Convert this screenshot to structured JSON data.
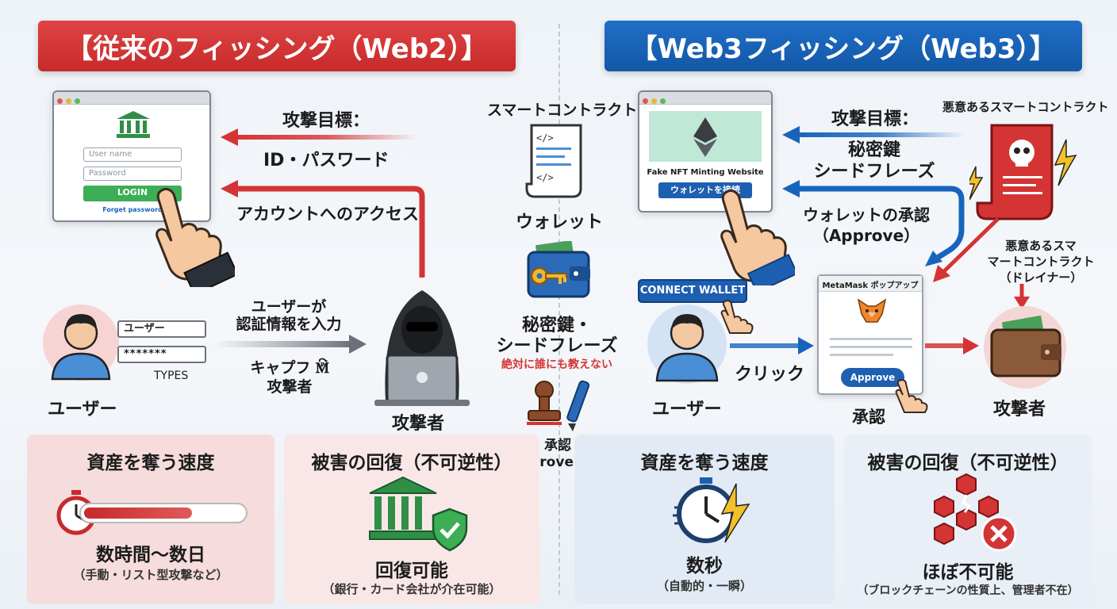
{
  "headers": {
    "left": "【従来のフィッシング（Web2）】",
    "right": "【Web3フィッシング（Web3）】"
  },
  "web2": {
    "login_form": {
      "username_placeholder": "User name",
      "password_placeholder": "Password",
      "login_button": "LOGIN",
      "forgot_link": "Forget password"
    },
    "target_label": "攻撃目標：",
    "target_value": "ID・パスワード",
    "account_access": "アカウントへのアクセス",
    "user_label": "ユーザー",
    "username_field": "ユーザー",
    "password_field": "*******",
    "types_label": "TYPES",
    "input_action": "ユーザーが\n認証情報を入力",
    "capture_label": "キャプフ 🕅\n攻撃者",
    "attacker_label": "攻撃者"
  },
  "middle": {
    "smart_contract": "スマートコントラクト",
    "wallet": "ウォレット",
    "private_key": "秘密鍵・\nシードフレーズ",
    "never_tell": "絶対に誰にも教えない",
    "approve_sign": "承認\n(Approve)/署名"
  },
  "web3": {
    "fake_site_title": "Fake NFT Minting Website",
    "connect_button_jp": "ウォレットを接続",
    "target_label": "攻撃目標：",
    "target_value": "秘密鍵\nシードフレーズ",
    "wallet_approval": "ウォレットの承認\n（Approve）",
    "malicious_contract": "悪意あるスマートコントラクト",
    "drainer_label": "悪意あるスマ\nマートコントラクト\n（ドレイナー）",
    "connect_wallet": "CONNECT WALLET",
    "metamask_title": "MetaMask ポップアップ",
    "approve_button": "Approve",
    "approval_label": "承認",
    "click_label": "クリック",
    "user_label": "ユーザー",
    "attacker_label": "攻撃者"
  },
  "cards": [
    {
      "title": "資産を奪う速度",
      "value": "数時間〜数日",
      "note": "（手動・リスト型攻撃など）"
    },
    {
      "title": "被害の回復（不可逆性）",
      "value": "回復可能",
      "note": "（銀行・カード会社が介在可能）"
    },
    {
      "title": "資産を奪う速度",
      "value": "数秒",
      "note": "（自動的・一瞬）"
    },
    {
      "title": "被害の回復（不可逆性）",
      "value": "ほぼ不可能",
      "note": "（ブロックチェーンの性質上、管理者不在）"
    }
  ],
  "colors": {
    "red": "#d43434",
    "blue": "#1864bd",
    "green": "#3cae56"
  },
  "icons": [
    "bank-icon",
    "pointing-hand-icon",
    "user-icon",
    "hacker-icon",
    "document-icon",
    "wallet-icon",
    "key-icon",
    "stamp-icon",
    "pen-icon",
    "ethereum-icon",
    "skull-scroll-icon",
    "fox-icon",
    "stopwatch-icon",
    "shield-check-icon",
    "broken-blockchain-icon",
    "cross-icon",
    "lightning-icon"
  ]
}
